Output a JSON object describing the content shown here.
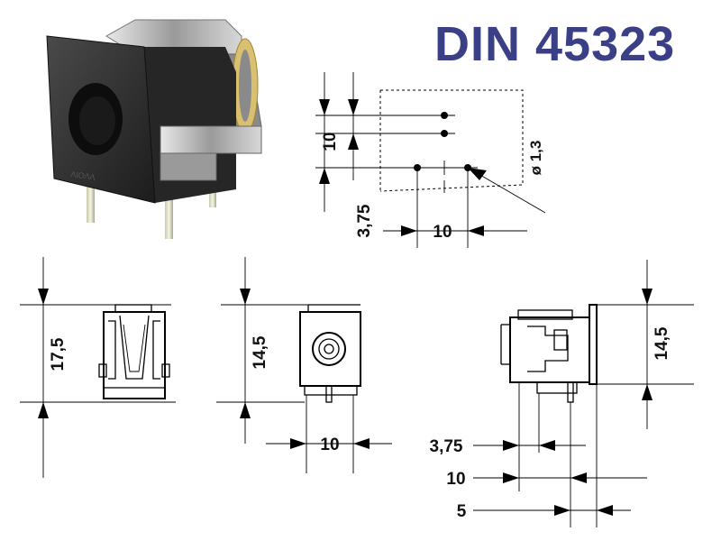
{
  "title": "DIN 45323",
  "hole_pattern": {
    "dim_vertical_10": "10",
    "dim_vertical_375": "3,75",
    "dim_horizontal_10": "10",
    "hole_diameter": "ø 1,3"
  },
  "front_view": {
    "height": "17,5"
  },
  "side_view": {
    "height": "14,5",
    "width": "10"
  },
  "right_view": {
    "height": "14,5",
    "dim_375": "3,75",
    "dim_10": "10",
    "dim_5": "5"
  },
  "colors": {
    "title": "#3a3f86",
    "body": "#2b2b2b"
  }
}
